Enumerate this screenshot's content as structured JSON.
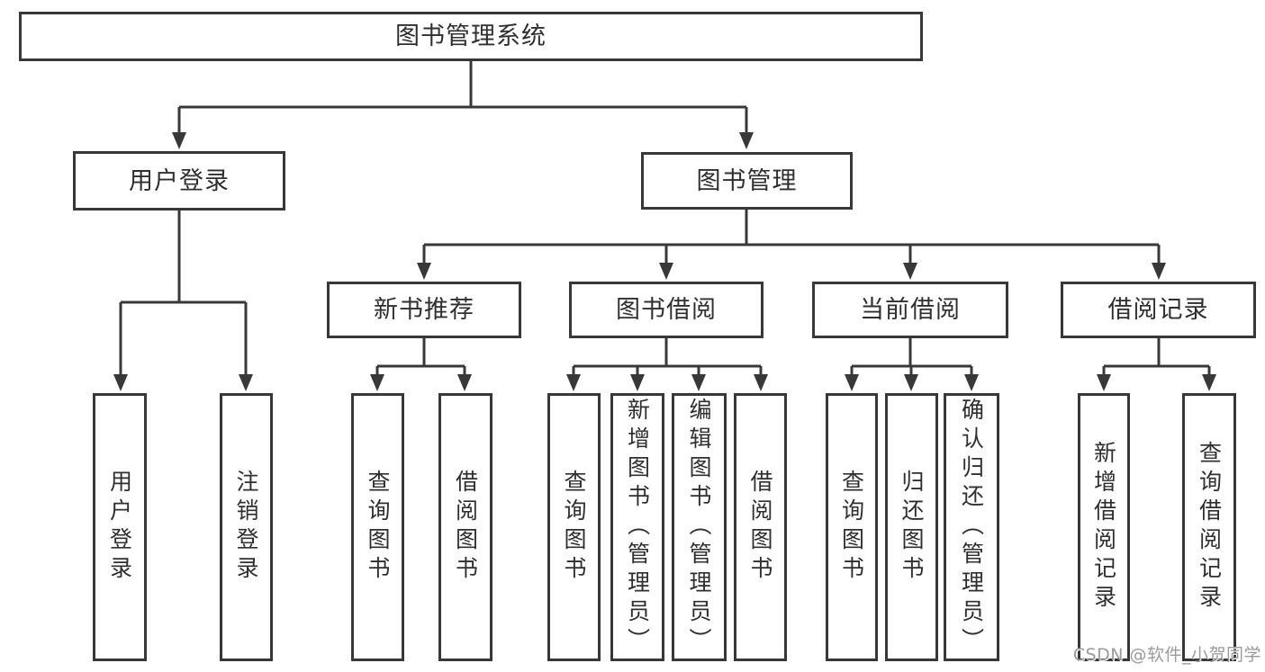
{
  "diagram": {
    "root": {
      "label": "图书管理系统"
    },
    "level2": [
      {
        "label": "用户登录"
      },
      {
        "label": "图书管理"
      }
    ],
    "level3": [
      {
        "label": "新书推荐"
      },
      {
        "label": "图书借阅"
      },
      {
        "label": "当前借阅"
      },
      {
        "label": "借阅记录"
      }
    ],
    "leaf_groups": [
      {
        "parent": "用户登录",
        "items": [
          "用户登录",
          "注销登录"
        ]
      },
      {
        "parent": "新书推荐",
        "items": [
          "查询图书",
          "借阅图书"
        ]
      },
      {
        "parent": "图书借阅",
        "items": [
          "查询图书",
          "新增图书（管理员）",
          "编辑图书（管理员）",
          "借阅图书"
        ]
      },
      {
        "parent": "当前借阅",
        "items": [
          "查询图书",
          "归还图书",
          "确认归还（管理员）"
        ]
      },
      {
        "parent": "借阅记录",
        "items": [
          "新增借阅记录",
          "查询借阅记录"
        ]
      }
    ]
  },
  "watermark": {
    "label": "CSDN @软件_小贺同学"
  },
  "colors": {
    "line": "#383838",
    "text": "#2f2f2f",
    "background": "#ffffff",
    "watermark": "#9b9b9b"
  }
}
